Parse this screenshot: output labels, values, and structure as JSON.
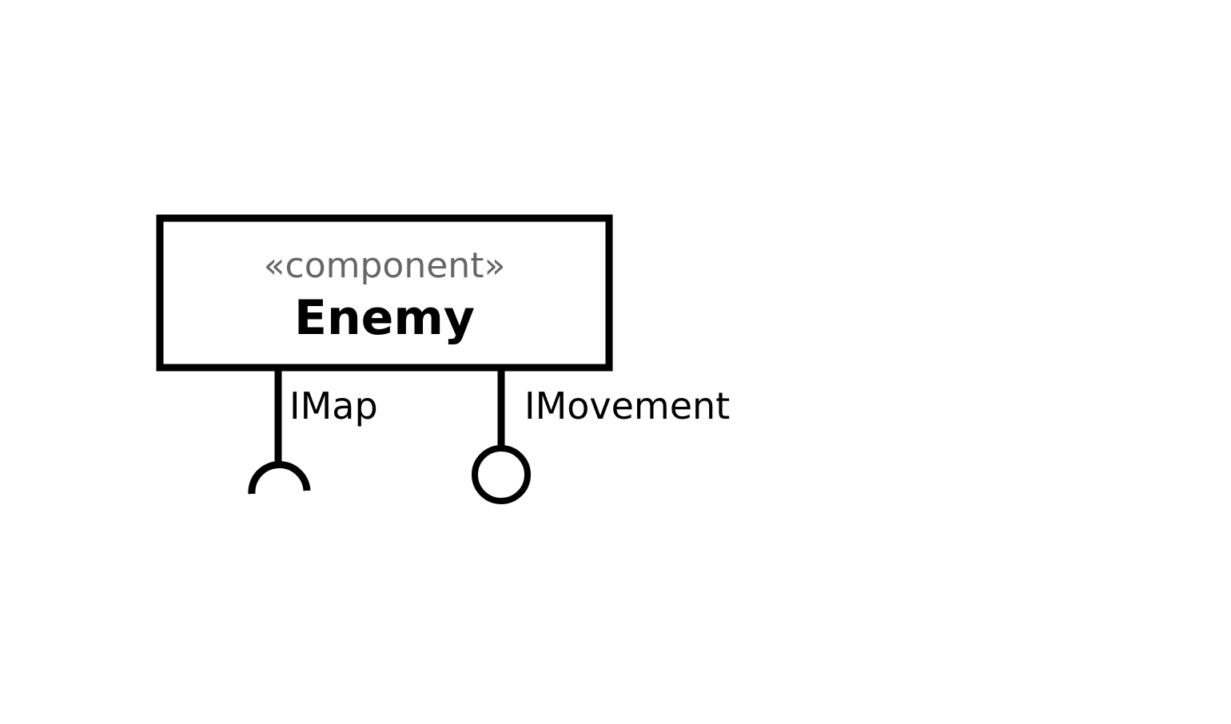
{
  "component": {
    "stereotype": "«component»",
    "name": "Enemy"
  },
  "interfaces": {
    "required": {
      "label": "IMap"
    },
    "provided": {
      "label": "IMovement"
    }
  },
  "colors": {
    "line": "#000000",
    "stereotype_text": "#666666",
    "background": "#ffffff"
  }
}
